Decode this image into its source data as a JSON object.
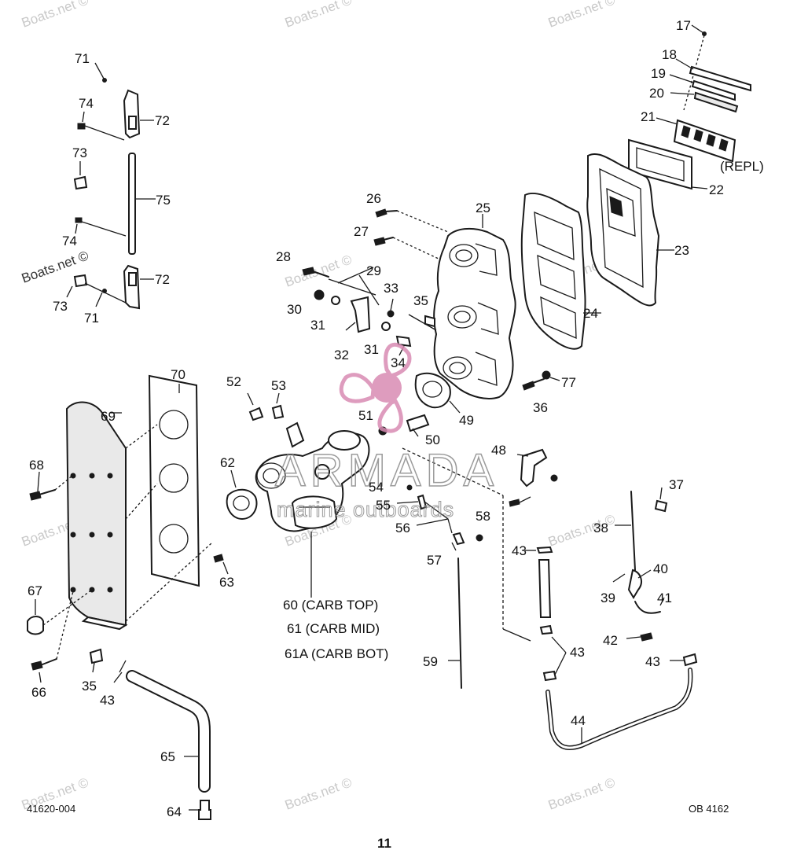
{
  "watermarks": {
    "site": "Boats.net",
    "copyright_symbol": "©",
    "brand_name": "ARMADA",
    "brand_tagline": "marine outboards",
    "brand_color": "#d98bb3"
  },
  "callouts": {
    "c17": "17",
    "c18": "18",
    "c19": "19",
    "c20": "20",
    "c21": "21",
    "repl": "(REPL)",
    "c22": "22",
    "c23": "23",
    "c24": "24",
    "c25": "25",
    "c26": "26",
    "c27": "27",
    "c28": "28",
    "c29": "29",
    "c30": "30",
    "c31a": "31",
    "c31b": "31",
    "c32": "32",
    "c33": "33",
    "c34": "34",
    "c35a": "35",
    "c35b": "35",
    "c36": "36",
    "c37": "37",
    "c38": "38",
    "c39": "39",
    "c40": "40",
    "c41": "41",
    "c42": "42",
    "c43a": "43",
    "c43b": "43",
    "c43c": "43",
    "c43d": "43",
    "c44": "44",
    "c48": "48",
    "c49": "49",
    "c50": "50",
    "c51": "51",
    "c52": "52",
    "c53": "53",
    "c54": "54",
    "c55": "55",
    "c56": "56",
    "c57": "57",
    "c58": "58",
    "c59": "59",
    "c62": "62",
    "c63": "63",
    "c64": "64",
    "c65": "65",
    "c66": "66",
    "c67": "67",
    "c68": "68",
    "c69": "69",
    "c70": "70",
    "c71a": "71",
    "c71b": "71",
    "c72a": "72",
    "c72b": "72",
    "c73a": "73",
    "c73b": "73",
    "c74a": "74",
    "c74b": "74",
    "c75": "75",
    "c77": "77"
  },
  "carb_notes": {
    "top": "60 (CARB TOP)",
    "mid": "61 (CARB MID)",
    "bot": "61A  (CARB BOT)"
  },
  "footer": {
    "left_code": "41620-004",
    "right_code": "OB 4162",
    "page_number": "11"
  }
}
